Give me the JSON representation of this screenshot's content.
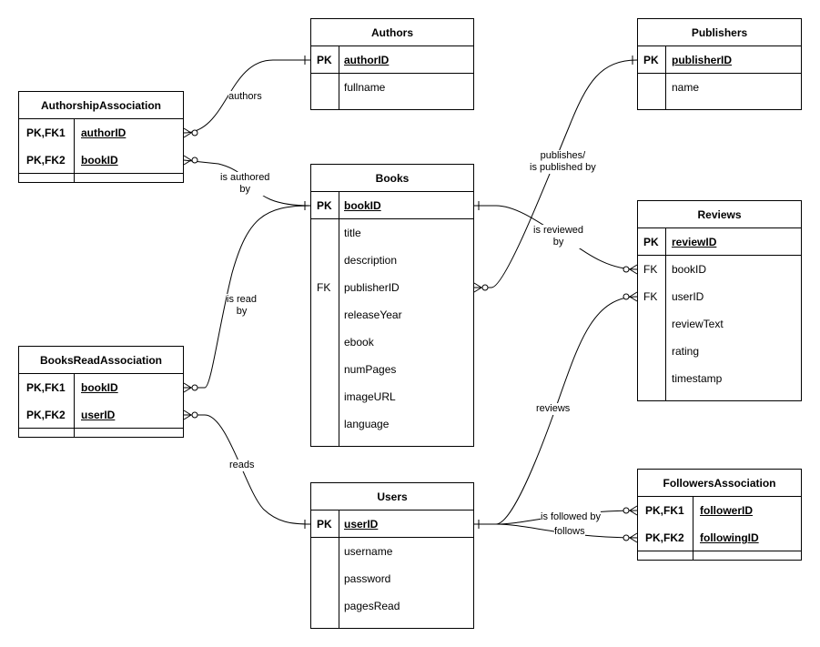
{
  "entities": {
    "authors": {
      "title": "Authors",
      "pk": {
        "key": "PK",
        "name": "authorID"
      },
      "fields": [
        {
          "key": "",
          "name": "fullname"
        }
      ]
    },
    "publishers": {
      "title": "Publishers",
      "pk": {
        "key": "PK",
        "name": "publisherID"
      },
      "fields": [
        {
          "key": "",
          "name": "name"
        }
      ]
    },
    "books": {
      "title": "Books",
      "pk": {
        "key": "PK",
        "name": "bookID"
      },
      "fields": [
        {
          "key": "",
          "name": "title"
        },
        {
          "key": "",
          "name": "description"
        },
        {
          "key": "FK",
          "name": "publisherID"
        },
        {
          "key": "",
          "name": "releaseYear"
        },
        {
          "key": "",
          "name": "ebook"
        },
        {
          "key": "",
          "name": "numPages"
        },
        {
          "key": "",
          "name": "imageURL"
        },
        {
          "key": "",
          "name": "language"
        }
      ]
    },
    "reviews": {
      "title": "Reviews",
      "pk": {
        "key": "PK",
        "name": "reviewID"
      },
      "fields": [
        {
          "key": "FK",
          "name": "bookID"
        },
        {
          "key": "FK",
          "name": "userID"
        },
        {
          "key": "",
          "name": "reviewText"
        },
        {
          "key": "",
          "name": "rating"
        },
        {
          "key": "",
          "name": "timestamp"
        }
      ]
    },
    "users": {
      "title": "Users",
      "pk": {
        "key": "PK",
        "name": "userID"
      },
      "fields": [
        {
          "key": "",
          "name": "username"
        },
        {
          "key": "",
          "name": "password"
        },
        {
          "key": "",
          "name": "pagesRead"
        }
      ]
    }
  },
  "associations": {
    "authorship": {
      "title": "AuthorshipAssociation",
      "rows": [
        {
          "key": "PK,FK1",
          "name": "authorID"
        },
        {
          "key": "PK,FK2",
          "name": "bookID"
        }
      ]
    },
    "booksread": {
      "title": "BooksReadAssociation",
      "rows": [
        {
          "key": "PK,FK1",
          "name": "bookID"
        },
        {
          "key": "PK,FK2",
          "name": "userID"
        }
      ]
    },
    "followers": {
      "title": "FollowersAssociation",
      "rows": [
        {
          "key": "PK,FK1",
          "name": "followerID"
        },
        {
          "key": "PK,FK2",
          "name": "followingID"
        }
      ]
    }
  },
  "relationships": {
    "authors": "authors",
    "is_authored_by": "is authored\nby",
    "publishes": "publishes/\nis published by",
    "is_reviewed_by": "is reviewed\nby",
    "is_read_by": "is read\nby",
    "reviews": "reviews",
    "reads": "reads",
    "is_followed_by": "is followed by",
    "follows": "follows"
  }
}
